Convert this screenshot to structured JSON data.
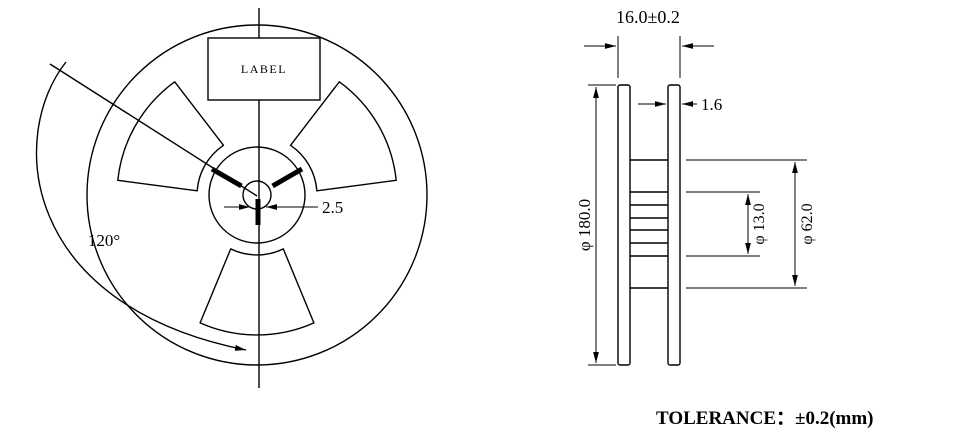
{
  "page": {
    "background_color": "#ffffff",
    "line_color": "#000000"
  },
  "front_view": {
    "label_box_text": "LABEL",
    "angle_dim": "120°",
    "slot_width_dim": "2.5"
  },
  "side_view": {
    "overall_width_dim": "16.0±0.2",
    "flange_thickness_dim": "1.6",
    "outer_diameter_dim": "φ 180.0",
    "bore_diameter_dim": "φ 13.0",
    "hub_diameter_dim": "φ 62.0"
  },
  "footer": {
    "tolerance_note": "TOLERANCE：±0.2(mm)"
  }
}
